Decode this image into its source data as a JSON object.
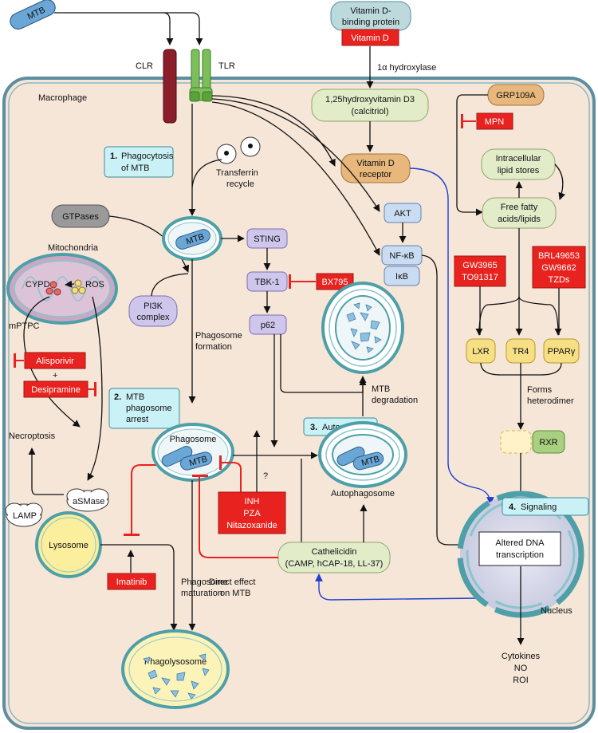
{
  "labels": {
    "mtb": "MTB",
    "clr": "CLR",
    "tlr": "TLR",
    "macrophage": "Macrophage",
    "vdbp_line1": "Vitamin D-",
    "vdbp_line2": "binding protein",
    "vitamin_d": "Vitamin D",
    "hydroxylase": "1α hydroxylase",
    "calcitriol_line1": "1,25hydroxyvitamin D3",
    "calcitriol_line2": "(calcitriol)",
    "vdr_line1": "Vitamin D",
    "vdr_line2": "receptor",
    "grp109a": "GRP109A",
    "mpn": "MPN",
    "lipid_stores_line1": "Intracellular",
    "lipid_stores_line2": "lipid stores",
    "ffa_line1": "Free fatty",
    "ffa_line2": "acids/lipids",
    "step1_num": "1.",
    "step1_line1": "Phagocytosis",
    "step1_line2": "of MTB",
    "transferrin_line1": "Transferrin",
    "transferrin_line2": "recycle",
    "gtpases": "GTPases",
    "mitochondria": "Mitochondria",
    "cypd": "CYPD",
    "ros": "ROS",
    "mptpc": "mPTPC",
    "alisporivir": "Alisporivir",
    "plus": "+",
    "desipramine": "Desipramine",
    "necroptosis": "Necroptosis",
    "lamp": "LAMP",
    "asmase": "aSMase",
    "lysosome": "Lysosome",
    "imatinib": "Imatinib",
    "sting": "STING",
    "tbk1": "TBK-1",
    "bx795": "BX795",
    "p62": "p62",
    "pi3k_line1": "PI3K",
    "pi3k_line2": "complex",
    "phagosome_formation_line1": "Phagosome",
    "phagosome_formation_line2": "formation",
    "akt": "AKT",
    "nfkb": "NF-κB",
    "ikb": "IκB",
    "gw_line1": "GW3965",
    "gw_line2": "TO91317",
    "brl_line1": "BRL49653",
    "brl_line2": "GW9662",
    "brl_line3": "TZDs",
    "lxr": "LXR",
    "tr4": "TR4",
    "ppar": "PPARγ",
    "forms_line1": "Forms",
    "forms_line2": "heterodimer",
    "rxr": "RXR",
    "mtb_degradation_line1": "MTB",
    "mtb_degradation_line2": "degradation",
    "step2_num": "2.",
    "step2_line1": "MTB",
    "step2_line2": "phagosome",
    "step2_line3": "arrest",
    "phagosome": "Phagosome",
    "step3_num": "3.",
    "step3_label": "Autophagy",
    "autophagosome": "Autophagosome",
    "question": "?",
    "inh": "INH",
    "pza": "PZA",
    "nitazoxanide": "Nitazoxanide",
    "step4_num": "4.",
    "step4_label": "Signaling",
    "altered_dna_line1": "Altered DNA",
    "altered_dna_line2": "transcription",
    "cathelicidin_line1": "Cathelicidin",
    "cathelicidin_line2": "(CAMP, hCAP-18, LL-37)",
    "direct_effect_line1": "Direct effect",
    "direct_effect_line2": "on MTB",
    "phagosome_maturation_line1": "Phagosome",
    "phagosome_maturation_line2": "maturation",
    "phagolysosome": "Phagolysosome",
    "nucleus": "Nucleus",
    "cytokines": "Cytokines",
    "no": "NO",
    "roi": "ROI"
  },
  "colors": {
    "cell_fill": "#f6e6d8",
    "drug_red": "#e8231f",
    "step_cyan": "#c9f1f6",
    "node_purple": "#cfc6ec",
    "node_blue": "#c9dcf2",
    "node_green": "#e2ecc9",
    "node_yellow": "#f6df84",
    "vdr_orange": "#e7b77c",
    "inhibition_red": "#e8231f",
    "blue_arrow": "#1f3fd0"
  }
}
